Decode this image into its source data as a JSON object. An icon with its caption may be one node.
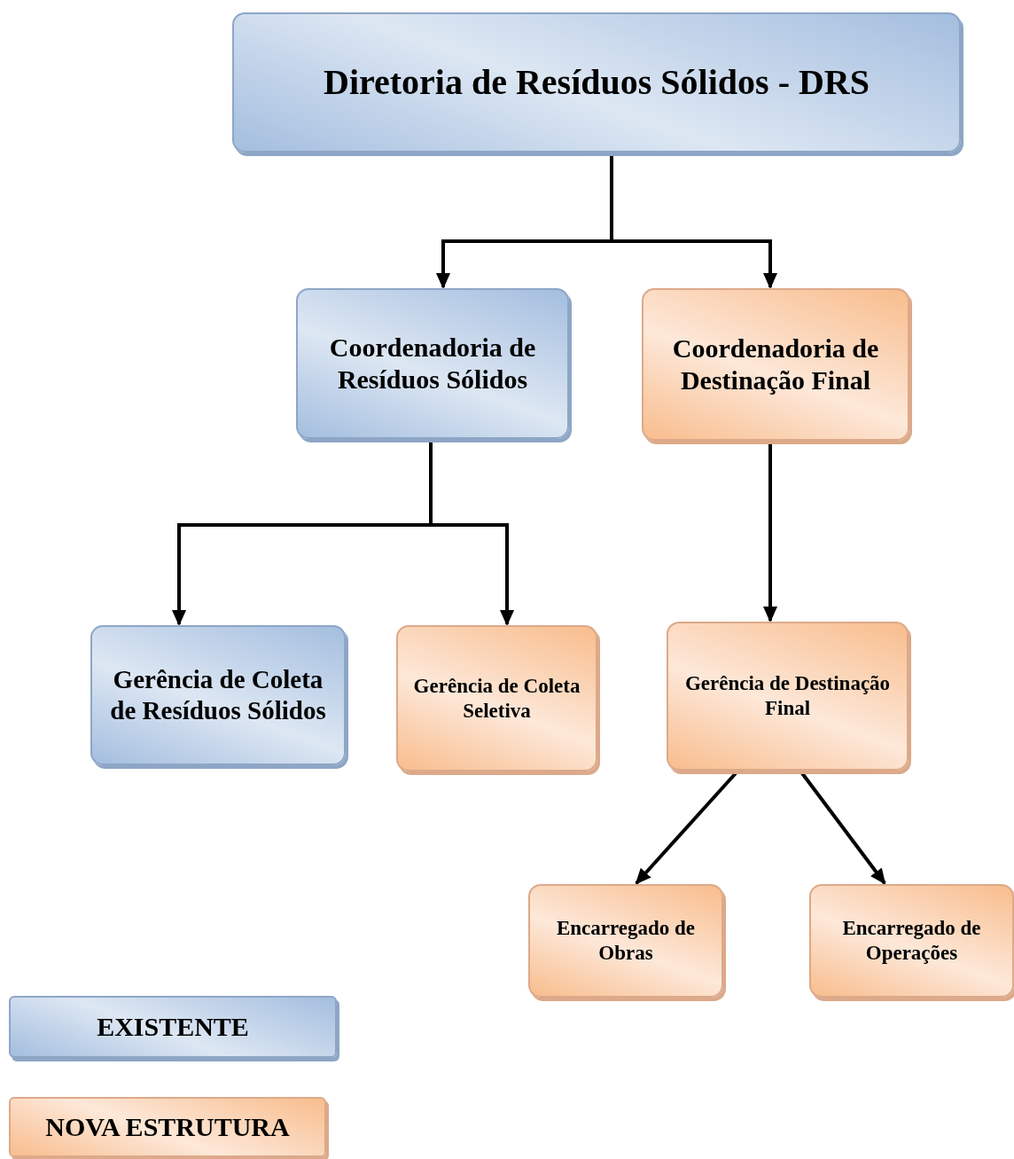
{
  "diagram": {
    "nodes": [
      {
        "text": [
          "Diretoria de Resíduos Sólidos - DRS"
        ]
      },
      {
        "text": [
          "Coordenadoria de Resíduos Sólidos"
        ]
      },
      {
        "text": [
          "Coordenadoria de Destinação Final"
        ]
      },
      {
        "text": [
          "Gerência de Coleta de Resíduos Sólidos"
        ]
      },
      {
        "text": [
          "Gerência de Coleta Seletiva"
        ]
      },
      {
        "text": [
          "Gerência de Destinação Final"
        ]
      },
      {
        "text": [
          "Encarregado de Obras"
        ]
      },
      {
        "text": [
          "Encarregado de Operações"
        ]
      }
    ],
    "edges": [
      {
        "from": 0,
        "to": 1,
        "arrow": "to"
      },
      {
        "from": 0,
        "to": 2,
        "arrow": "to"
      },
      {
        "from": 1,
        "to": 3,
        "arrow": "to"
      },
      {
        "from": 1,
        "to": 4,
        "arrow": "to"
      },
      {
        "from": 2,
        "to": 5,
        "arrow": "to"
      },
      {
        "from": 5,
        "to": 6,
        "arrow": "to"
      },
      {
        "from": 5,
        "to": 7,
        "arrow": "to"
      }
    ],
    "legend": [
      {
        "text": "EXISTENTE",
        "color": "#a4bedf"
      },
      {
        "text": "NOVA ESTRUTURA",
        "color": "#f8bd8d"
      }
    ]
  }
}
